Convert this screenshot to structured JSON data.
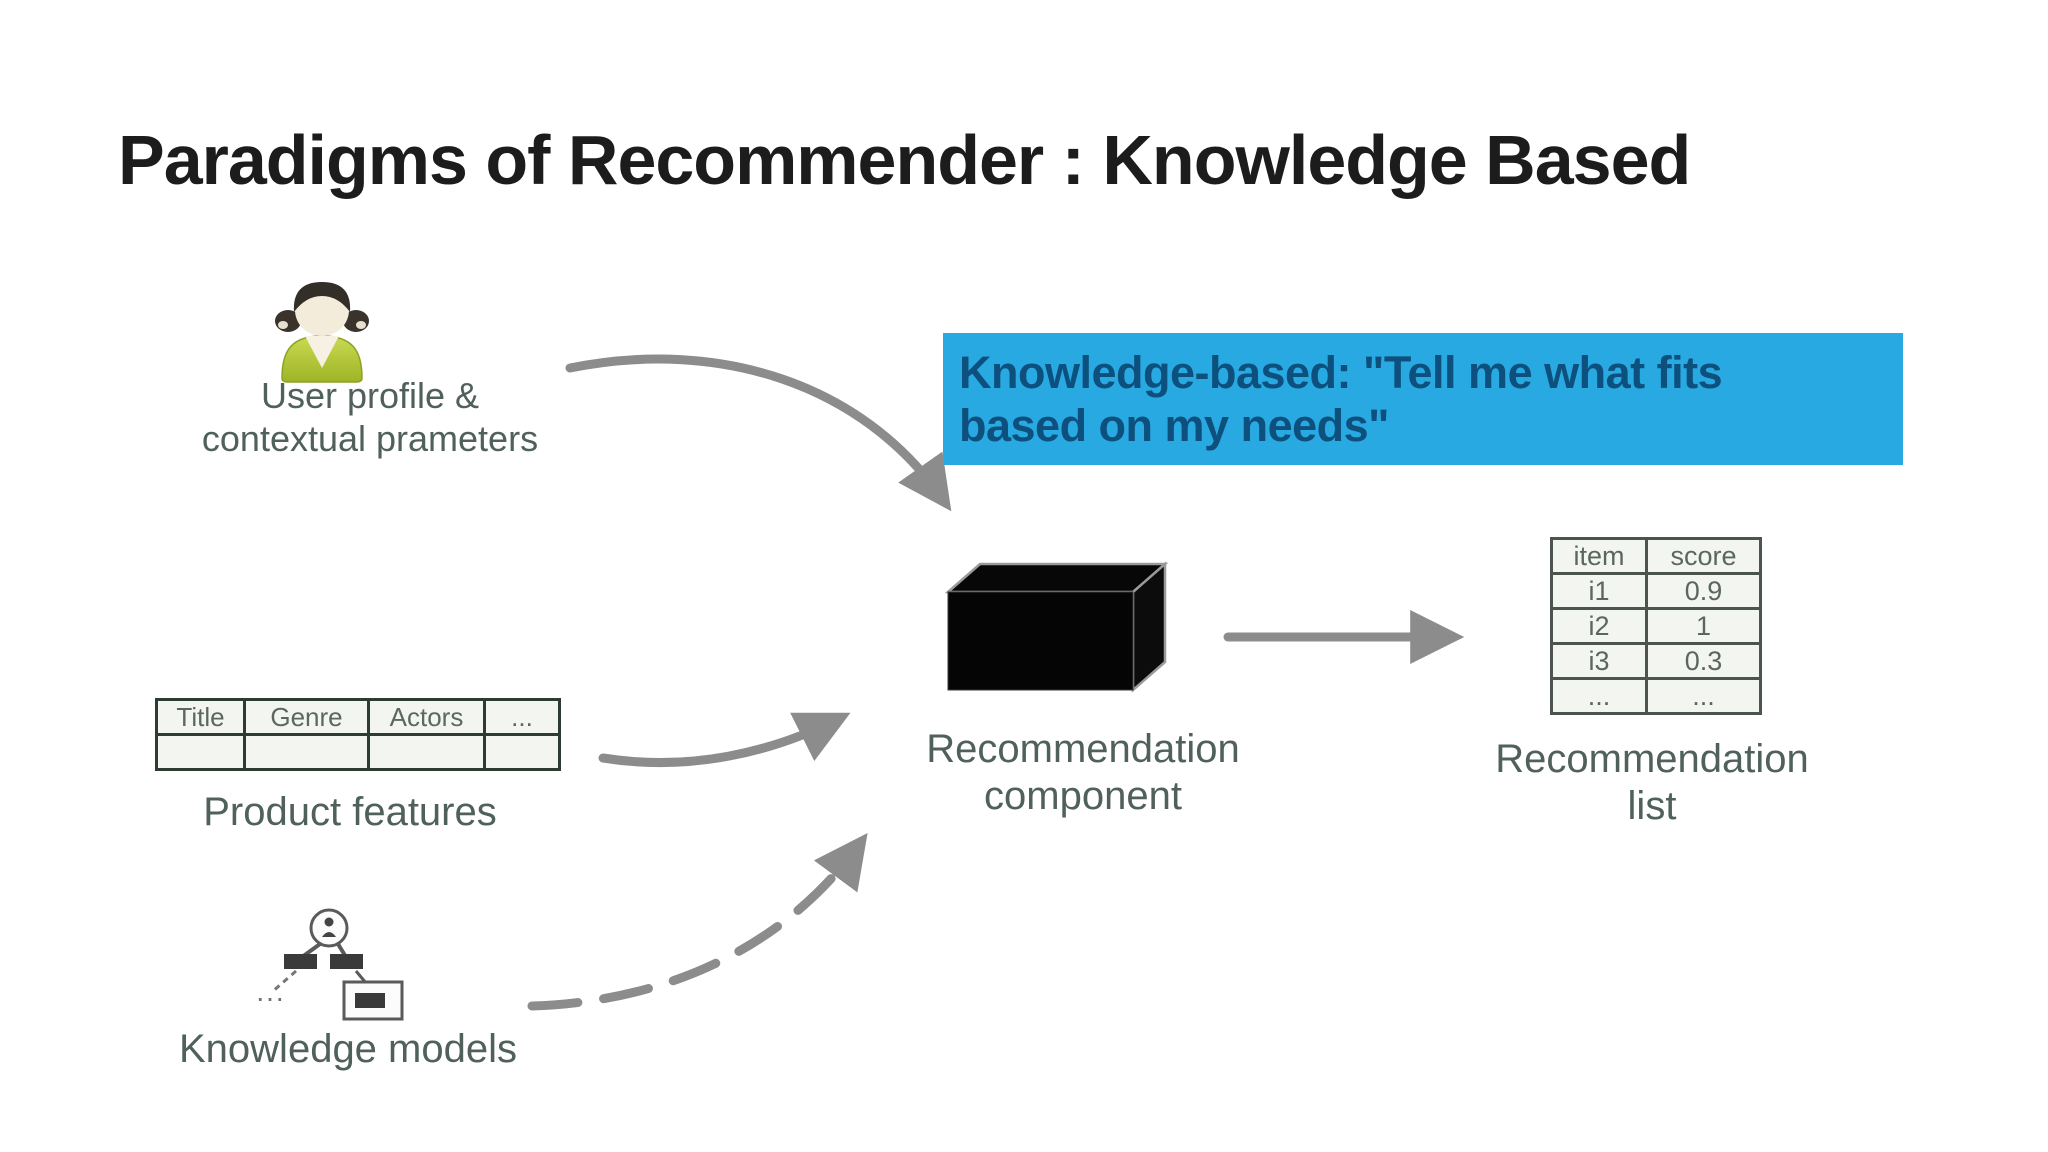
{
  "slide": {
    "title": "Paradigms of Recommender : Knowledge Based"
  },
  "callout": {
    "line1": "Knowledge-based: \"Tell me what fits",
    "line2": "based on my needs\""
  },
  "user_profile": {
    "label_line1": "User profile &",
    "label_line2": "contextual prameters"
  },
  "product_features": {
    "label": "Product features",
    "table": {
      "headers": [
        "Title",
        "Genre",
        "Actors",
        "..."
      ],
      "rows": [
        [
          "",
          "",
          "",
          ""
        ]
      ]
    }
  },
  "knowledge_models": {
    "label": "Knowledge models",
    "ellipsis": "..."
  },
  "recommendation_component": {
    "label_line1": "Recommendation",
    "label_line2": "component"
  },
  "recommendation_list": {
    "label_line1": "Recommendation",
    "label_line2": "list",
    "table": {
      "headers": [
        "item",
        "score"
      ],
      "rows": [
        [
          "i1",
          "0.9"
        ],
        [
          "i2",
          "1"
        ],
        [
          "i3",
          "0.3"
        ],
        [
          "...",
          "..."
        ]
      ]
    }
  },
  "colors": {
    "callout_bg": "#29a9e1",
    "callout_text": "#0d507d",
    "label_text": "#50605a",
    "arrow": "#8c8c8c",
    "title_text": "#1c1c1c"
  }
}
